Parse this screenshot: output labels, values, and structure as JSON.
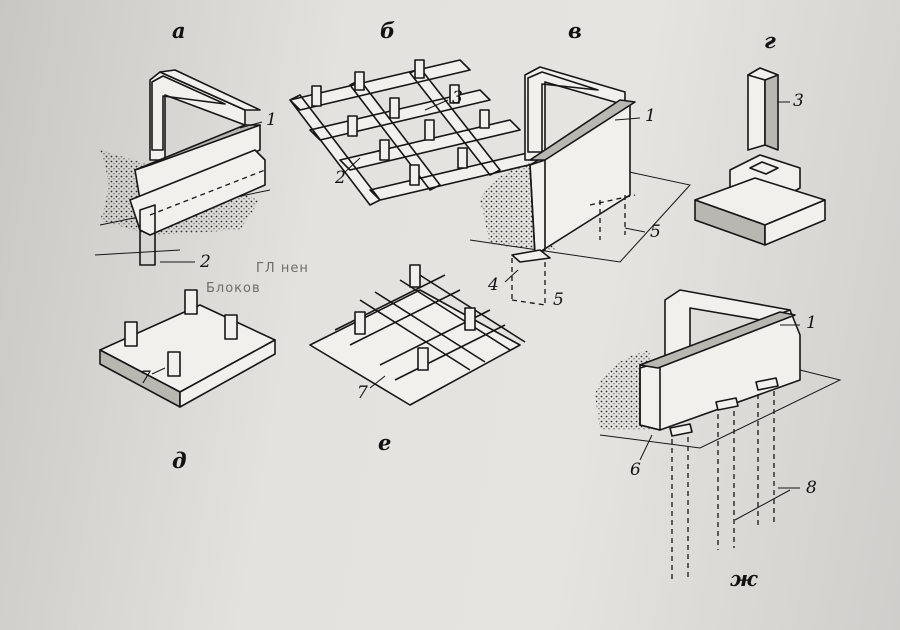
{
  "figure": {
    "panels": {
      "a": "а",
      "b": "б",
      "v": "в",
      "g": "г",
      "d": "д",
      "e": "е",
      "zh": "ж"
    },
    "callouts": {
      "a_1": "1",
      "a_2": "2",
      "b_3": "3",
      "b_2": "2",
      "v_1": "1",
      "v_4": "4",
      "v_5_upper": "5",
      "v_5_lower": "5",
      "g_3": "3",
      "d_7": "7",
      "e_7": "7",
      "zh_1": "1",
      "zh_6": "6",
      "zh_8": "8"
    },
    "bleed_text": {
      "fragment_1": "ГЛ нен",
      "fragment_2": "Блоков"
    },
    "colors": {
      "ink": "#161616",
      "paper": "#e4e2de",
      "soil_stipple": "#2b2b2b"
    }
  }
}
